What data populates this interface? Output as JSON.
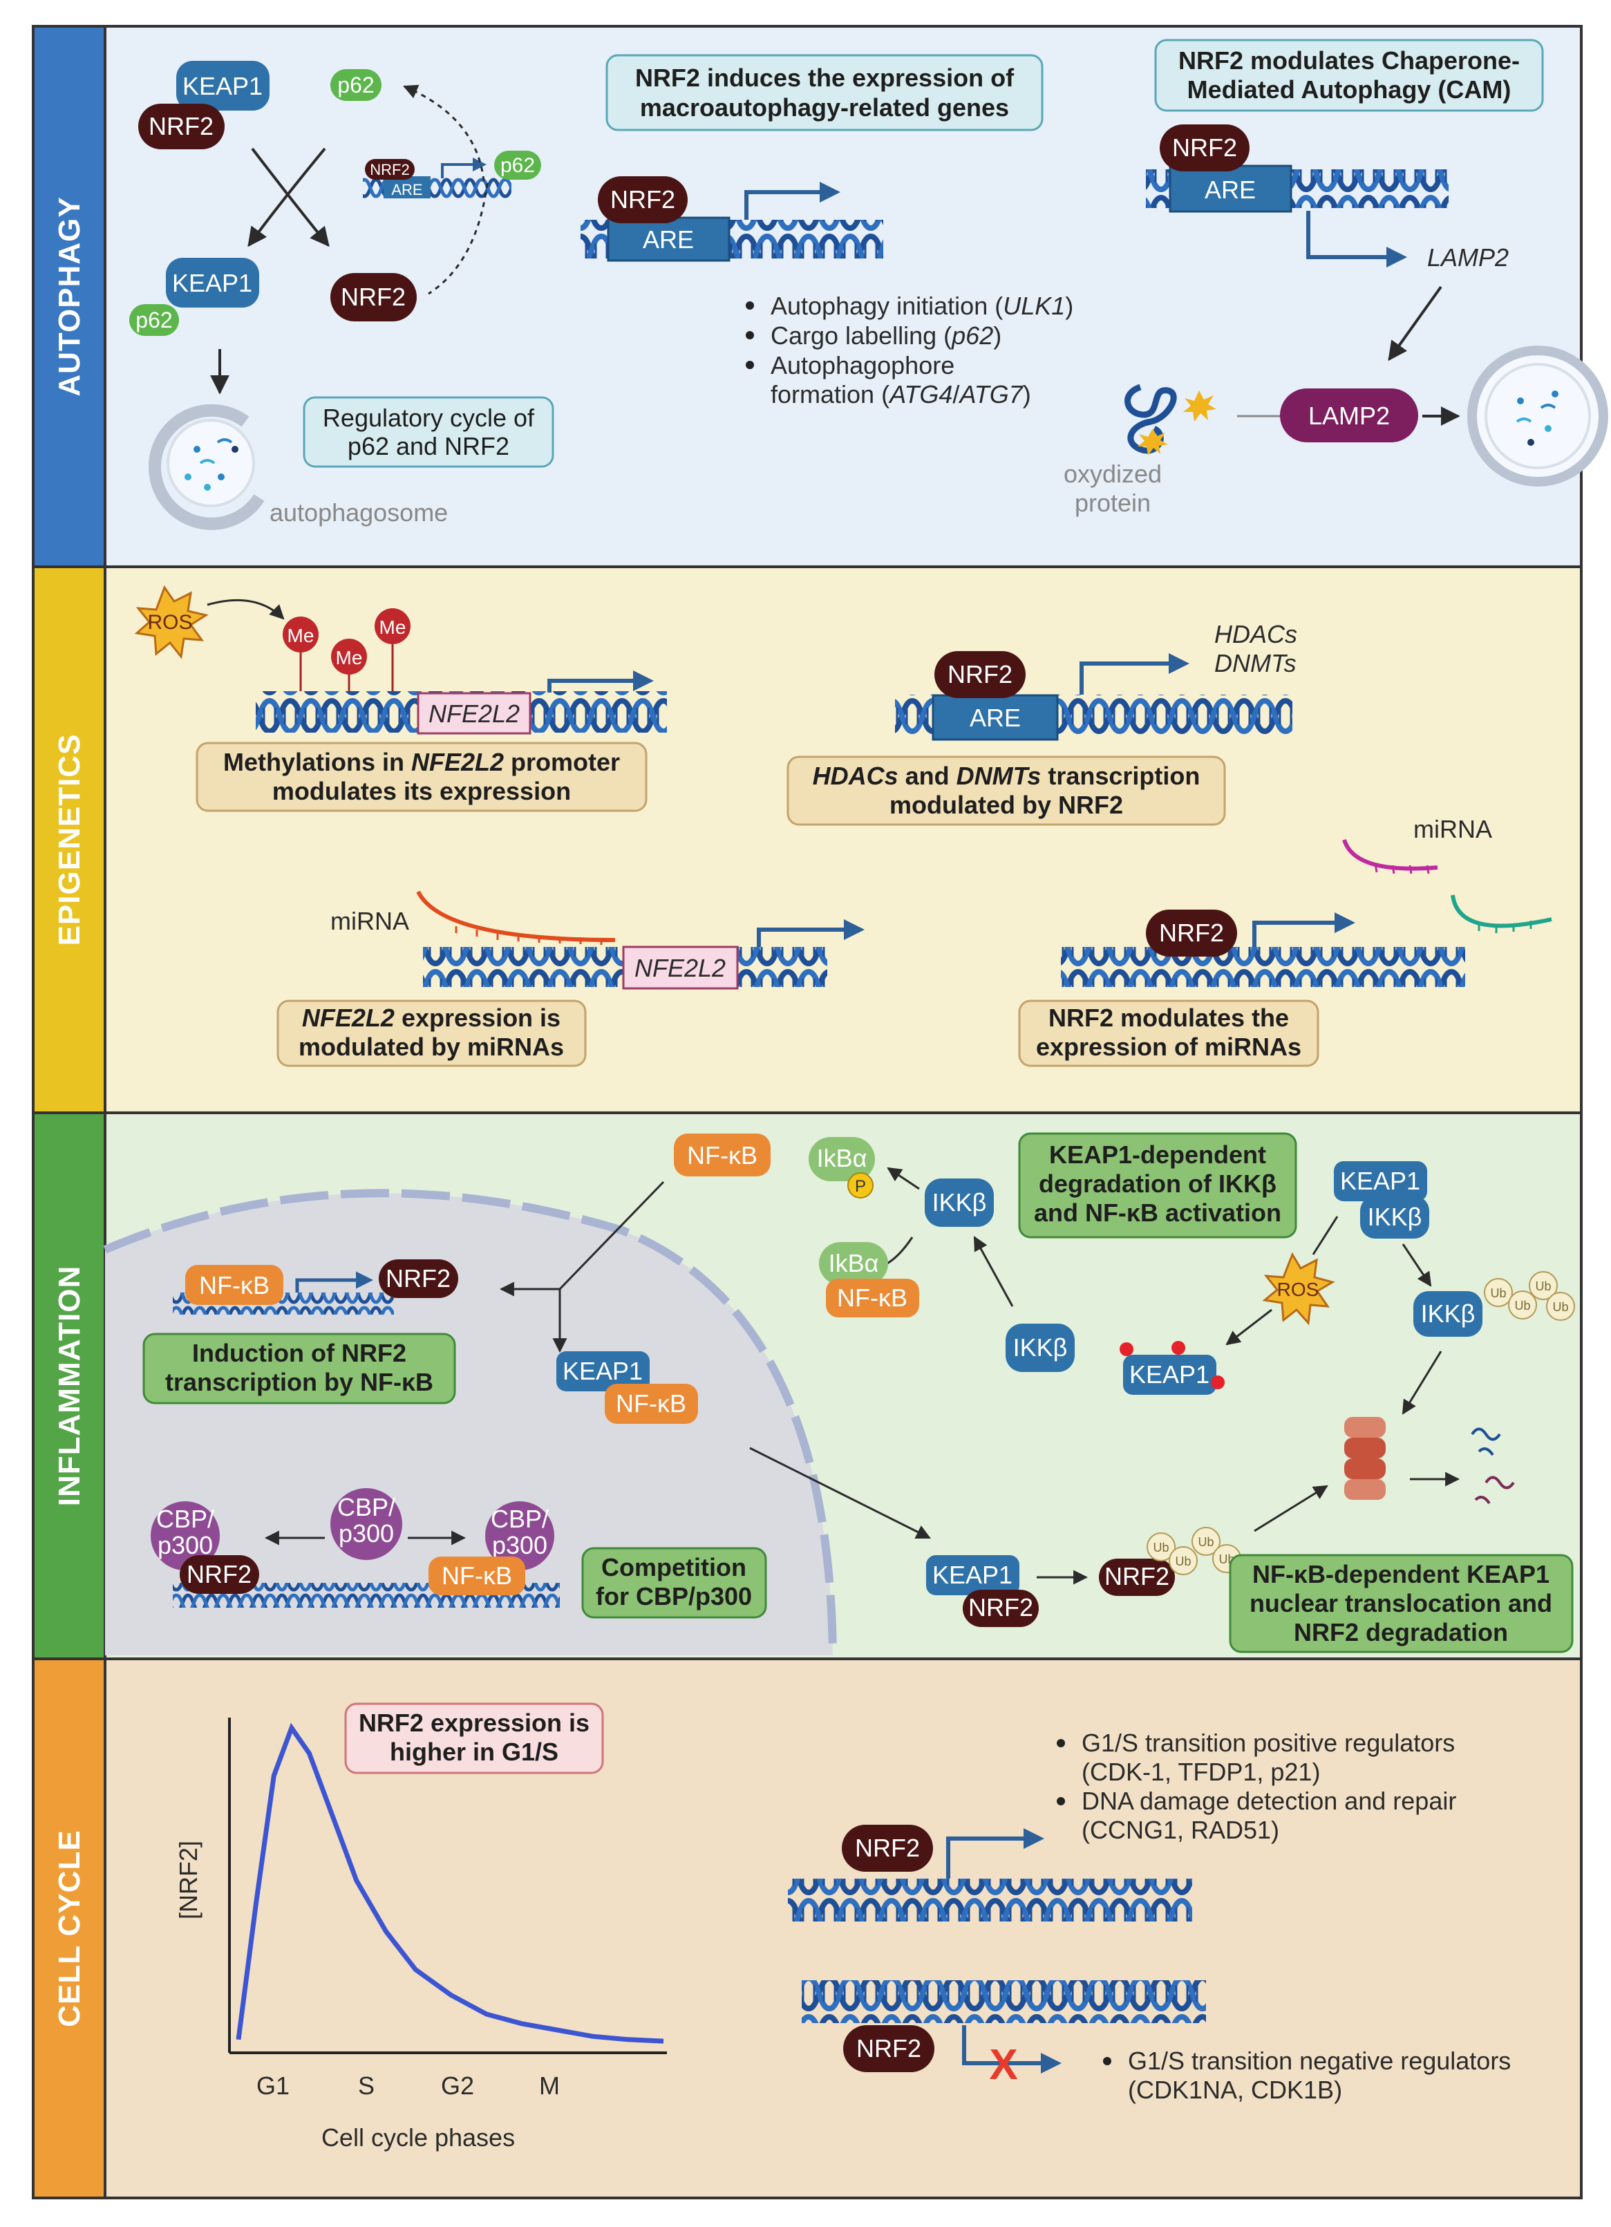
{
  "sections": {
    "autophagy": "AUTOPHAGY",
    "epigenetics": "EPIGENETICS",
    "inflammation": "INFLAMMATION",
    "cell_cycle": "CELL CYCLE"
  },
  "colors": {
    "autophagy_bar": "#3a78c2",
    "epigenetics_bar": "#e9c321",
    "inflammation_bar": "#53a548",
    "cellcycle_bar": "#ef9e37",
    "autophagy_bg": "#e7eff9",
    "epigenetics_bg": "#f7f1d2",
    "inflammation_bg": "#e3f0db",
    "cellcycle_bg": "#f1e0c5",
    "nrf2": "#4a1414",
    "keap1": "#2e72a9",
    "p62": "#5cb64c",
    "nfkb": "#eb8a35",
    "dna": "#1f4f96"
  },
  "autophagy": {
    "keap1": "KEAP1",
    "nrf2": "NRF2",
    "p62": "p62",
    "are": "ARE",
    "box_regulatory_l1": "Regulatory cycle of",
    "box_regulatory_l2": "p62 and NRF2",
    "autophagosome": "autophagosome",
    "box_induces_l1": "NRF2 induces the expression of",
    "box_induces_l2": "macroautophagy-related genes",
    "bullet1_a": "Autophagy initiation (",
    "bullet1_b": "ULK1",
    "bullet1_c": ")",
    "bullet2_a": "Cargo labelling (",
    "bullet2_b": "p62",
    "bullet2_c": ")",
    "bullet3_l1": "Autophagophore",
    "bullet3_a": "formation (",
    "bullet3_b": "ATG4",
    "bullet3_c": "/",
    "bullet3_d": "ATG7",
    "bullet3_e": ")",
    "box_cam_l1": "NRF2 modulates Chaperone-",
    "box_cam_l2": "Mediated Autophagy (CAM)",
    "lamp2_gene": "LAMP2",
    "lamp2_protein": "LAMP2",
    "oxidized_l1": "oxydized",
    "oxidized_l2": "protein"
  },
  "epigenetics": {
    "ros": "ROS",
    "me": "Me",
    "nfe2l2": "NFE2L2",
    "box_meth_l1_a": "Methylations in ",
    "box_meth_l1_b": "NFE2L2",
    "box_meth_l1_c": " promoter",
    "box_meth_l2": "modulates its expression",
    "nrf2": "NRF2",
    "are": "ARE",
    "hdacs": "HDACs",
    "dnmts": "DNMTs",
    "box_hdac_l1_a": "HDACs",
    "box_hdac_l1_b": " and ",
    "box_hdac_l1_c": "DNMTs",
    "box_hdac_l1_d": " transcription",
    "box_hdac_l2": "modulated by NRF2",
    "mirna": "miRNA",
    "box_mirna_l1_a": "NFE2L2",
    "box_mirna_l1_b": " expression is",
    "box_mirna_l2": "modulated by miRNAs",
    "box_nrf2mirna_l1": "NRF2 modulates the",
    "box_nrf2mirna_l2": "expression of miRNAs"
  },
  "inflammation": {
    "nfkb": "NF-κB",
    "nrf2": "NRF2",
    "keap1": "KEAP1",
    "ikba": "IkBα",
    "p": "P",
    "ikkb": "IKKβ",
    "ros": "ROS",
    "ub": "Ub",
    "cbp_l1": "CBP/",
    "cbp_l2": "p300",
    "box_induction_l1": "Induction of NRF2",
    "box_induction_l2": "transcription by NF-κB",
    "box_keap_l1": "KEAP1-dependent",
    "box_keap_l2": "degradation of IKKβ",
    "box_keap_l3": "and NF-κB activation",
    "box_comp_l1": "Competition",
    "box_comp_l2": "for CBP/p300",
    "box_nfkbdep_l1": "NF-κB-dependent KEAP1",
    "box_nfkbdep_l2": "nuclear translocation and",
    "box_nfkbdep_l3": "NRF2 degradation"
  },
  "cell_cycle": {
    "box_higher_l1": "NRF2 expression is",
    "box_higher_l2": "higher in G1/S",
    "ylabel": "[NRF2]",
    "xlabel": "Cell cycle phases",
    "nrf2": "NRF2",
    "pos_b1_l1": "G1/S transition positive regulators",
    "pos_b1_l2": "(CDK-1, TFDP1, p21)",
    "pos_b2_l1": "DNA damage detection and repair",
    "pos_b2_l2": "(CCNG1, RAD51)",
    "neg_l1": "G1/S transition negative regulators",
    "neg_l2": "(CDK1NA, CDK1B)",
    "x_mark": "X"
  },
  "chart_data": {
    "type": "line",
    "title": "NRF2 expression is higher in G1/S",
    "xlabel": "Cell cycle phases",
    "ylabel": "[NRF2]",
    "categories": [
      "G1",
      "S",
      "G2",
      "M"
    ],
    "series": [
      {
        "values": [
          0.02,
          0.45,
          0.85,
          1.0,
          0.92,
          0.72,
          0.52,
          0.36,
          0.24,
          0.16,
          0.1,
          0.07,
          0.05,
          0.03,
          0.02,
          0.015
        ],
        "x": [
          0.0,
          0.15,
          0.3,
          0.45,
          0.6,
          0.8,
          1.0,
          1.25,
          1.5,
          1.8,
          2.1,
          2.4,
          2.7,
          3.0,
          3.3,
          3.6
        ]
      }
    ]
  }
}
